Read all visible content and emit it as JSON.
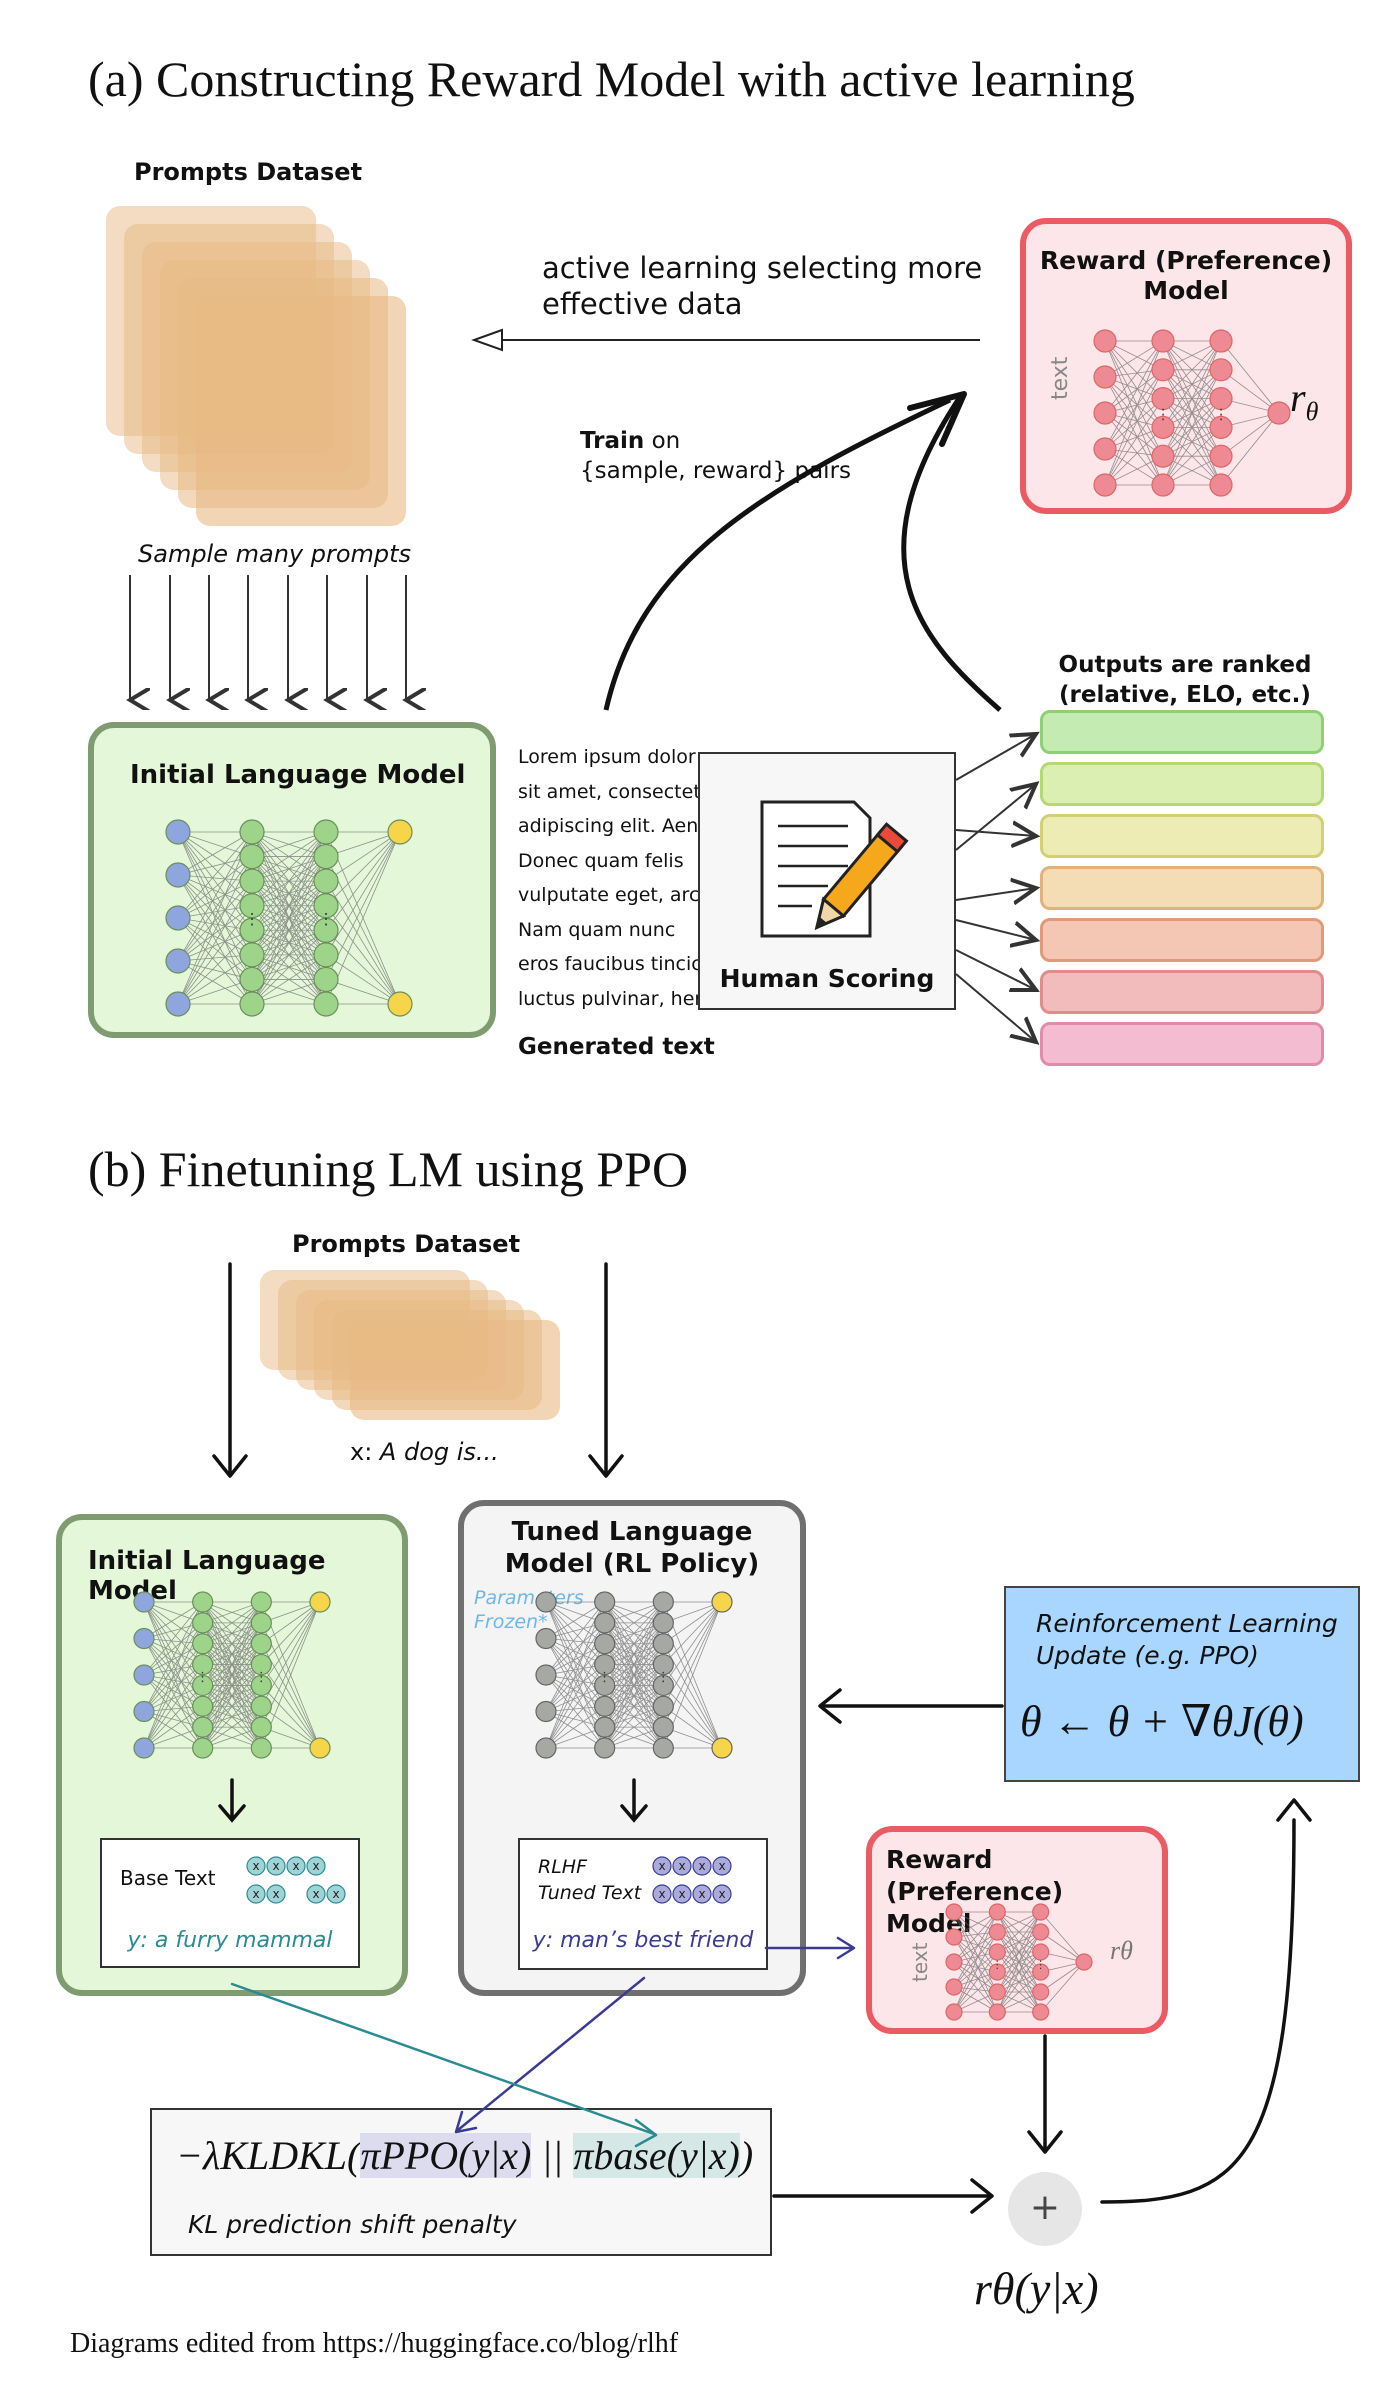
{
  "section_a": {
    "title": "(a) Constructing Reward Model with active learning",
    "prompts_dataset": "Prompts Dataset",
    "sample_many_prompts": "Sample many prompts",
    "active_learning_line1": "active learning selecting more",
    "active_learning_line2": "effective data",
    "train_bold": "Train",
    "train_on": " on",
    "train_pairs": "{sample, reward} pairs",
    "reward_model_line1": "Reward (Preference)",
    "reward_model_line2": "Model",
    "reward_text_label": "text",
    "reward_symbol": "r",
    "reward_symbol_sub": "θ",
    "initial_lm": "Initial Language Model",
    "generated_text_lines": [
      "Lorem ipsum dolor",
      "sit amet, consectet",
      "adipiscing elit. Aen",
      "Donec quam felis",
      "vulputate eget, arc",
      "Nam quam nunc",
      "eros faucibus tincic",
      "luctus pulvinar, her"
    ],
    "generated_text_label": "Generated text",
    "human_scoring": "Human Scoring",
    "outputs_ranked_line1": "Outputs are ranked",
    "outputs_ranked_line2": "(relative, ELO, etc.)",
    "ellipsis": "⋮"
  },
  "section_b": {
    "title": "(b) Finetuning LM using PPO",
    "prompts_dataset": "Prompts Dataset",
    "x_prefix": "x: ",
    "x_value": "A dog is...",
    "initial_lm": "Initial Language Model",
    "tuned_lm_line1": "Tuned Language",
    "tuned_lm_line2": "Model (RL Policy)",
    "params_frozen_line1": "Parameters",
    "params_frozen_line2": "Frozen*",
    "base_text": "Base Text",
    "base_y": "y: a furry mammal",
    "rlhf_line1": "RLHF",
    "rlhf_line2": "Tuned Text",
    "rlhf_y": "y: man’s best friend",
    "token_x": "x",
    "rl_update_line1": "Reinforcement Learning",
    "rl_update_line2": "Update (e.g. PPO)",
    "rl_update_formula": "θ ← θ + ∇θJ(θ)",
    "reward_model_line1": "Reward (Preference)",
    "reward_model_line2": "Model",
    "reward_text_label": "text",
    "reward_symbol": "rθ",
    "kl_formula_prefix": "−λKLDKL(",
    "kl_pi_ppo": "πPPO(y|x)",
    "kl_mid": " || ",
    "kl_pi_base": "πbase(y|x)",
    "kl_suffix": ")",
    "kl_caption": "KL prediction shift penalty",
    "plus": "+",
    "reward_out": "rθ(y|x)",
    "ellipsis": "⋮"
  },
  "footer": "Diagrams edited from https://huggingface.co/blog/rlhf",
  "colors": {
    "green_fill": "#e4f7d9",
    "green_border": "#7f9c70",
    "red_fill": "#fde6ea",
    "red_border": "#ea5b63",
    "gray_fill": "#f4f4f4",
    "gray_border": "#6f6f6f",
    "blue_fill": "#a9d6ff",
    "node_green": "#9ed48a",
    "node_blue": "#8fa5dd",
    "node_yellow": "#f7d54a",
    "node_red": "#ee8a93",
    "node_gray": "#a6a8a4",
    "prompt_orange": "#e3b27c",
    "teal_arrow": "#2b8b93",
    "indigo_arrow": "#3b3b93"
  }
}
